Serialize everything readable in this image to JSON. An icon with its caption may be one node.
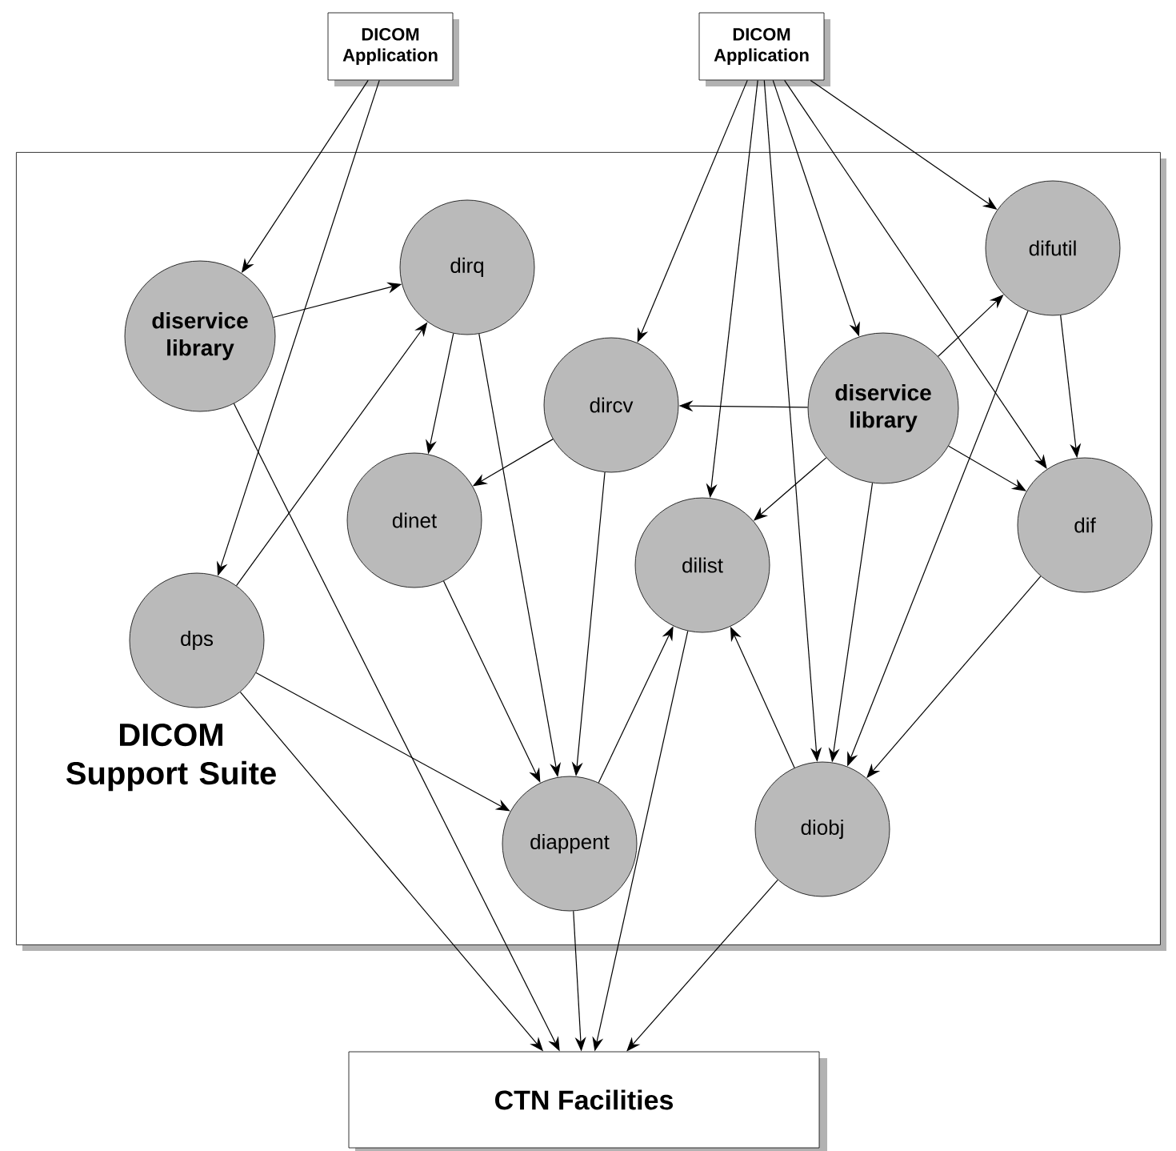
{
  "diagram": {
    "nodes": [
      {
        "text": [
          "DICOM Application"
        ]
      },
      {
        "text": [
          "DICOM Application"
        ]
      },
      {
        "text": [
          "DICOM Support Suite"
        ]
      },
      {
        "text": [
          "diservice library"
        ],
        "in": 2
      },
      {
        "text": [
          "dirq"
        ],
        "in": 2
      },
      {
        "text": [
          "difutil"
        ],
        "in": 2
      },
      {
        "text": [
          "diservice library"
        ],
        "in": 2
      },
      {
        "text": [
          "dircv"
        ],
        "in": 2
      },
      {
        "text": [
          "dinet"
        ],
        "in": 2
      },
      {
        "text": [
          "dilist"
        ],
        "in": 2
      },
      {
        "text": [
          "dif"
        ],
        "in": 2
      },
      {
        "text": [
          "dps"
        ],
        "in": 2
      },
      {
        "text": [
          "diappent"
        ],
        "in": 2
      },
      {
        "text": [
          "diobj"
        ],
        "in": 2
      },
      {
        "text": [
          "CTN Facilities"
        ]
      }
    ],
    "edges": [
      {
        "from": 0,
        "to": 3,
        "arrow": "to"
      },
      {
        "from": 0,
        "to": 11,
        "arrow": "to"
      },
      {
        "from": 1,
        "to": 7,
        "arrow": "to"
      },
      {
        "from": 1,
        "to": 9,
        "arrow": "to"
      },
      {
        "from": 1,
        "to": 13,
        "arrow": "to"
      },
      {
        "from": 1,
        "to": 6,
        "arrow": "to"
      },
      {
        "from": 1,
        "to": 10,
        "arrow": "to"
      },
      {
        "from": 1,
        "to": 5,
        "arrow": "to"
      },
      {
        "from": 3,
        "to": 4,
        "arrow": "to"
      },
      {
        "from": 3,
        "to": 14,
        "arrow": "to"
      },
      {
        "from": 4,
        "to": 8,
        "arrow": "to"
      },
      {
        "from": 4,
        "to": 12,
        "arrow": "to"
      },
      {
        "from": 11,
        "to": 4,
        "arrow": "to"
      },
      {
        "from": 11,
        "to": 12,
        "arrow": "to"
      },
      {
        "from": 11,
        "to": 14,
        "arrow": "to"
      },
      {
        "from": 8,
        "to": 12,
        "arrow": "to"
      },
      {
        "from": 7,
        "to": 8,
        "arrow": "to"
      },
      {
        "from": 7,
        "to": 12,
        "arrow": "to"
      },
      {
        "from": 6,
        "to": 7,
        "arrow": "to"
      },
      {
        "from": 6,
        "to": 5,
        "arrow": "to"
      },
      {
        "from": 6,
        "to": 10,
        "arrow": "to"
      },
      {
        "from": 6,
        "to": 9,
        "arrow": "to"
      },
      {
        "from": 6,
        "to": 13,
        "arrow": "to"
      },
      {
        "from": 5,
        "to": 10,
        "arrow": "to"
      },
      {
        "from": 5,
        "to": 13,
        "arrow": "to"
      },
      {
        "from": 10,
        "to": 13,
        "arrow": "to"
      },
      {
        "from": 12,
        "to": 9,
        "arrow": "to"
      },
      {
        "from": 12,
        "to": 14,
        "arrow": "to"
      },
      {
        "from": 9,
        "to": 14,
        "arrow": "to"
      },
      {
        "from": 13,
        "to": 9,
        "arrow": "to"
      },
      {
        "from": 13,
        "to": 14,
        "arrow": "to"
      }
    ]
  }
}
